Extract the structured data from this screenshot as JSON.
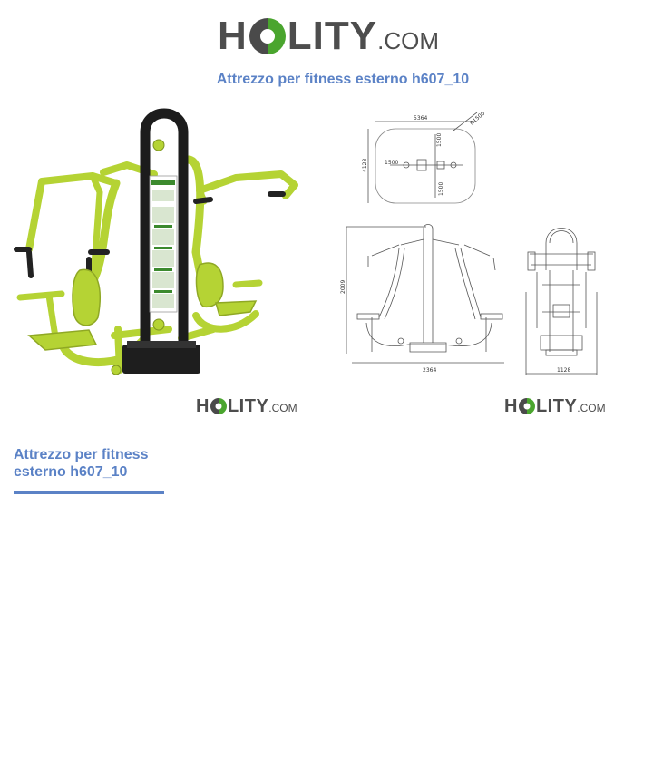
{
  "logo": {
    "h": "H",
    "rest": "LITY",
    "com": ".COM"
  },
  "product": {
    "title": "Attrezzo per fitness esterno h607_10"
  },
  "image_logo": {
    "h": "H",
    "rest": "LITY",
    "com": ".COM"
  },
  "drawing": {
    "top_width": "5364",
    "radius": "R1500",
    "top_height": "4128",
    "arm_left": "1500",
    "arm_up": "1500",
    "arm_down": "1500",
    "front_height": "2009",
    "front_width": "2364",
    "side_width": "1128"
  },
  "colors": {
    "accent": "#5b82c6",
    "frame_green": "#b5d334",
    "post": "#1c1c1c",
    "logo_green": "#4aa52e"
  }
}
